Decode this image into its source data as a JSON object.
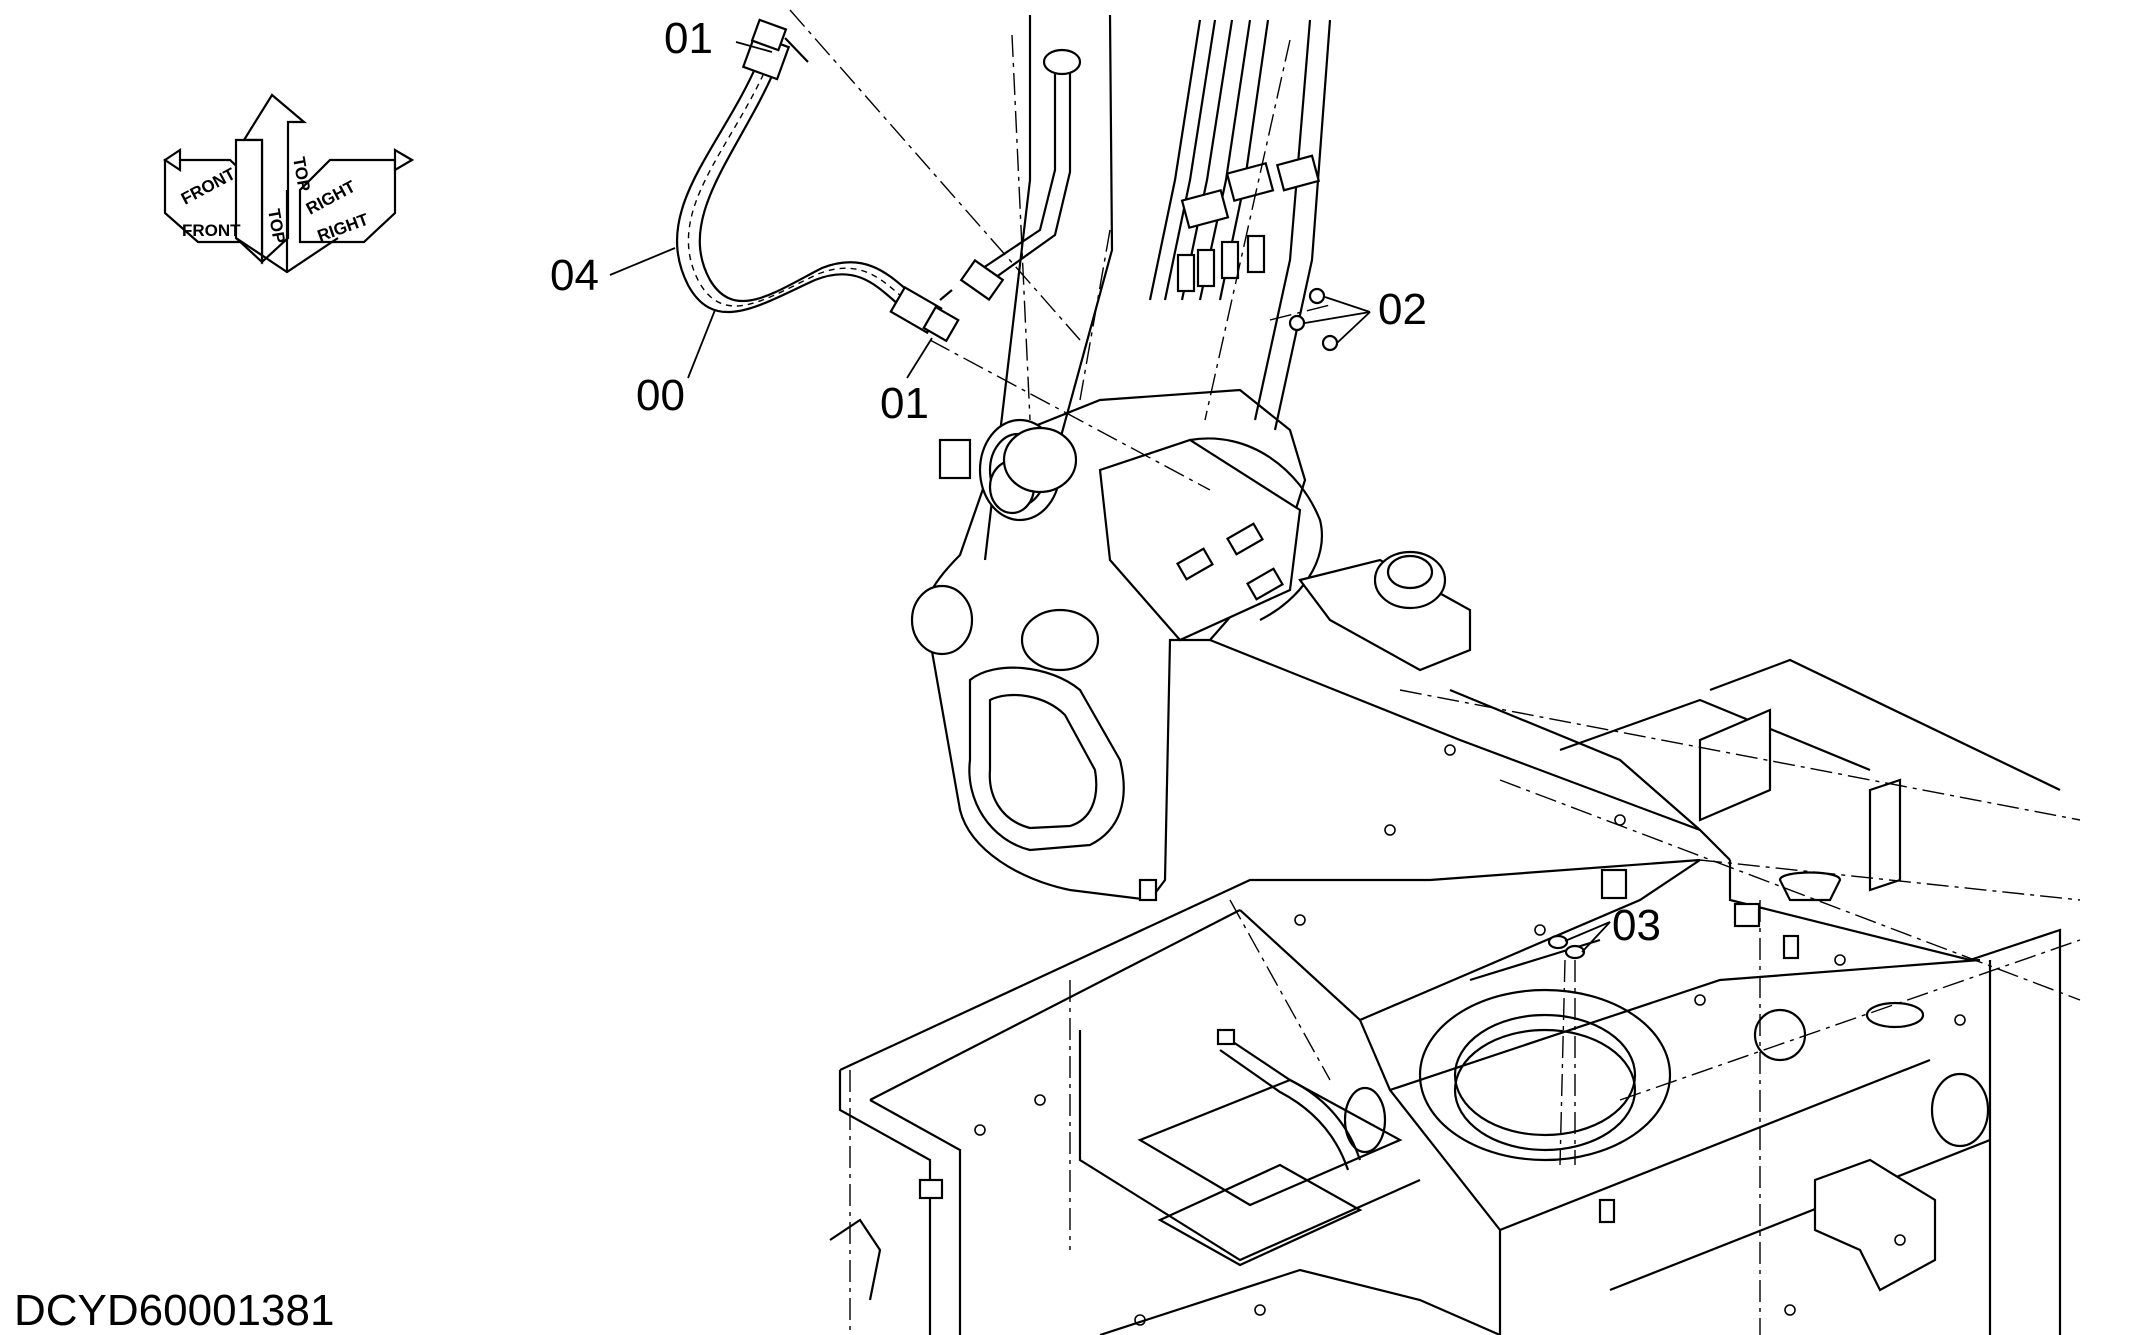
{
  "drawing_id": "DCYD60001381",
  "orientation": {
    "front": "FRONT",
    "top": "TOP",
    "right": "RIGHT"
  },
  "callouts": {
    "c01_top": "01",
    "c01_bottom": "01",
    "c02": "02",
    "c03": "03",
    "c04": "04",
    "c00": "00"
  }
}
